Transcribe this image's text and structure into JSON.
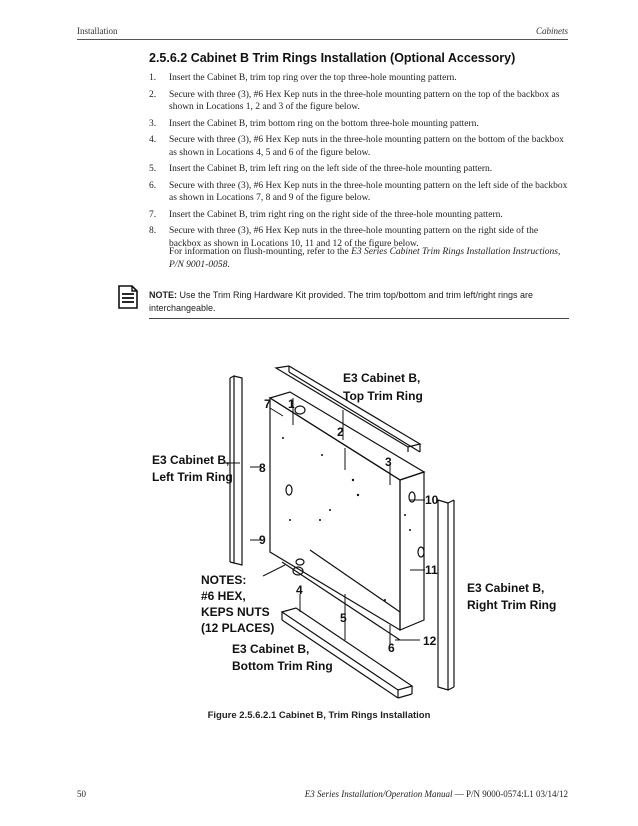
{
  "header": {
    "left": "Installation",
    "right": "Cabinets"
  },
  "section": {
    "title": "2.5.6.2 Cabinet B Trim Rings Installation (Optional Accessory)",
    "steps": [
      {
        "num": "1.",
        "text": "Insert the Cabinet B, trim top ring over the top three-hole mounting pattern."
      },
      {
        "num": "2.",
        "text": "Secure with three (3), #6 Hex Kep nuts in the three-hole mounting pattern on the top of the backbox as shown in Locations 1, 2 and 3 of the figure below."
      },
      {
        "num": "3.",
        "text": "Insert the Cabinet B, trim bottom ring on the bottom three-hole mounting pattern."
      },
      {
        "num": "4.",
        "text": "Secure with three (3), #6 Hex Kep nuts in the three-hole mounting pattern on the bottom of the backbox as shown in Locations 4, 5 and 6 of the figure below."
      },
      {
        "num": "5.",
        "text": "Insert the Cabinet B, trim left ring on the left side of the three-hole mounting pattern."
      },
      {
        "num": "6.",
        "text": "Secure with three (3), #6 Hex Kep nuts in the three-hole mounting pattern on the left side of the backbox as shown in Locations 7, 8 and 9 of the figure below."
      },
      {
        "num": "7.",
        "text": "Insert the Cabinet B, trim right ring on the right side of the three-hole mounting pattern."
      },
      {
        "num": "8.",
        "text": "Secure with three (3), #6 Hex Kep nuts in the three-hole mounting pattern on the right side of the backbox as shown in Locations 10, 11 and 12 of the figure below."
      }
    ],
    "flush_prefix": "For information on flush-mounting, refer to the ",
    "flush_ref": "E3 Series Cabinet Trim Rings Installation Instructions, P/N 9001-0058",
    "flush_suffix": "."
  },
  "note": {
    "icon": "note-icon",
    "label": "NOTE:",
    "text": " Use the Trim Ring Hardware Kit provided. The trim top/bottom and trim left/right rings are interchangeable."
  },
  "figure": {
    "labels": {
      "top": [
        "E3 Cabinet B,",
        "Top Trim Ring"
      ],
      "left": [
        "E3 Cabinet B,",
        "Left Trim Ring"
      ],
      "right": [
        "E3 Cabinet B,",
        "Right Trim Ring"
      ],
      "bottom": [
        "E3 Cabinet B,",
        "Bottom Trim Ring"
      ],
      "notes": [
        "NOTES:",
        "#6 HEX,",
        "KEPS NUTS",
        "(12 PLACES)"
      ]
    },
    "locations": [
      "1",
      "2",
      "3",
      "4",
      "5",
      "6",
      "7",
      "8",
      "9",
      "10",
      "11",
      "12"
    ],
    "caption": "Figure 2.5.6.2.1 Cabinet B, Trim Rings Installation"
  },
  "footer": {
    "page": "50",
    "doc_title": "E3 Series Installation/Operation Manual",
    "doc_rest": " — P/N 9000-0574:L1  03/14/12"
  }
}
